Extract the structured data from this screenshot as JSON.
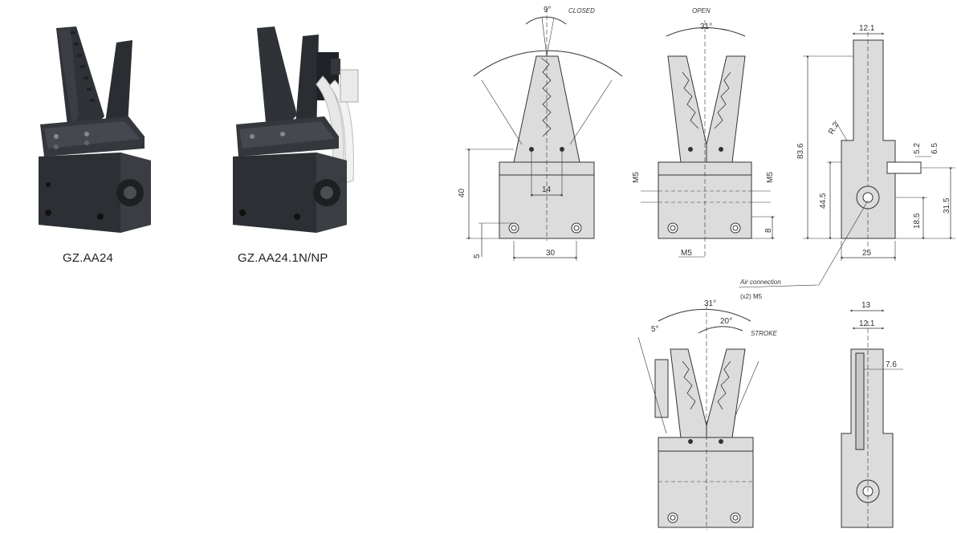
{
  "products": [
    {
      "caption": "GZ.AA24"
    },
    {
      "caption": "GZ.AA24.1N/NP"
    }
  ],
  "drawing": {
    "labels": {
      "closed": "CLOSED",
      "open": "OPEN",
      "stroke": "STROKE",
      "air_connection": "Air connection",
      "air_connection_spec": "(x2) M5"
    },
    "angles": {
      "closed": "9°",
      "open": "31°",
      "open_lower": "31°",
      "stroke_small": "5°",
      "stroke_large": "20°"
    },
    "dimensions": {
      "height_40": "40",
      "pitch_14": "14",
      "bottom_5": "5",
      "width_30": "30",
      "thread_left": "M5",
      "thread_right": "M5",
      "thread_bottom": "M5",
      "depth_8": "8",
      "width_12_1": "12.1",
      "radius": "R.2",
      "height_83_6": "83.6",
      "height_44_5": "44.5",
      "height_18_5": "18.5",
      "height_31_5": "31.5",
      "dim_5_2": "5.2",
      "dim_6_5": "6.5",
      "width_25": "25",
      "width_13": "13",
      "width_12_1_lower": "12.1",
      "dim_7_6": "7.6"
    },
    "colors": {
      "body_fill": "#dcdcdc",
      "line": "#333333"
    }
  }
}
